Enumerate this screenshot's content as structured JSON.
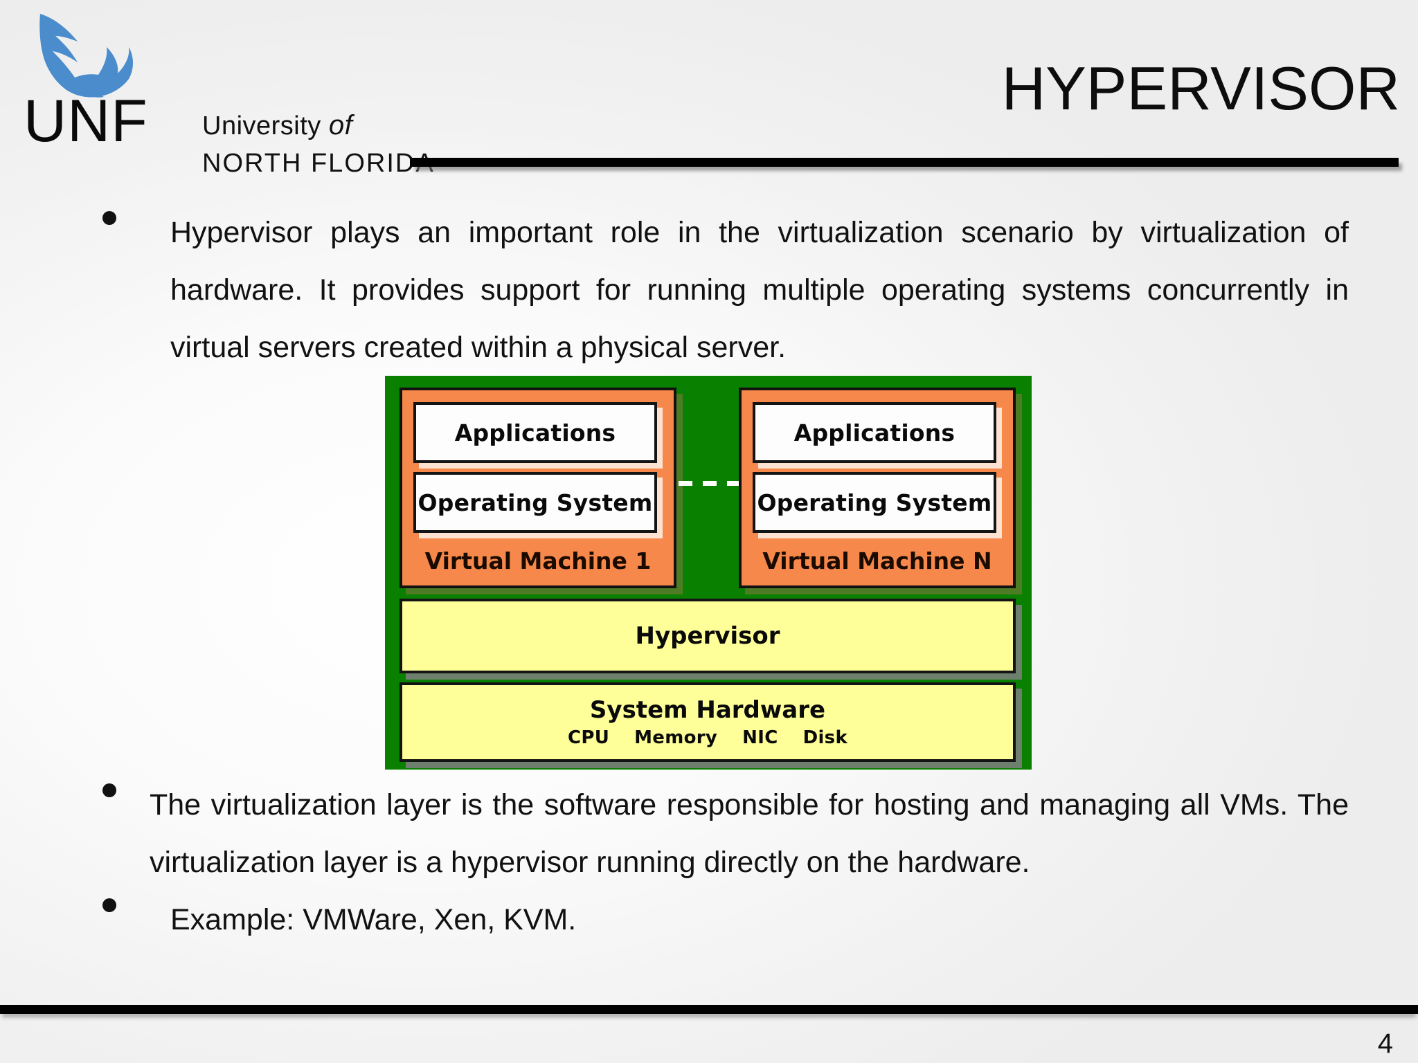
{
  "header": {
    "logo": {
      "icon": "osprey-eagle-logo",
      "wordmark": "UNF",
      "line1_prefix": "University ",
      "line1_italic": "of",
      "line2": "NORTH  FLORIDA"
    },
    "title": "HYPERVISOR"
  },
  "body": {
    "bullets": [
      {
        "text": "Hypervisor plays an important role in the virtualization scenario by virtualization of hardware. It provides support for running multiple operating systems concurrently in virtual servers created within a physical server."
      },
      {
        "text": "The virtualization layer is the software responsible for hosting and managing all VMs. The virtualization layer is a hypervisor running directly on the hardware."
      },
      {
        "text": "Example: VMWare, Xen, KVM."
      }
    ]
  },
  "diagram": {
    "title": "hypervisor-architecture-stack",
    "virtual_machines": [
      {
        "applications_label": "Applications",
        "os_label": "Operating System",
        "vm_label": "Virtual Machine 1"
      },
      {
        "applications_label": "Applications",
        "os_label": "Operating System",
        "vm_label": "Virtual Machine N"
      }
    ],
    "connector": "dashed-ellipsis",
    "hypervisor_layer": {
      "label": "Hypervisor"
    },
    "hardware_layer": {
      "label": "System Hardware",
      "components": [
        "CPU",
        "Memory",
        "NIC",
        "Disk"
      ]
    },
    "colors": {
      "frame_green": "#0a8001",
      "vm_orange": "#f5884a",
      "layer_yellow": "#ffff99",
      "box_white": "#fdfdfd",
      "outline_black": "#141414"
    }
  },
  "footer": {
    "page_number": "4"
  }
}
